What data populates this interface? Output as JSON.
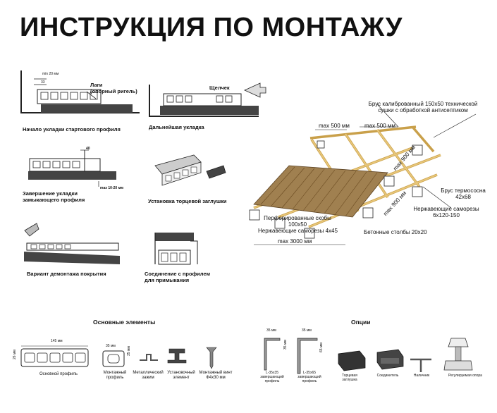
{
  "title": "ИНСТРУКЦИЯ ПО МОНТАЖУ",
  "steps": [
    {
      "caption": "Начало укладки стартового профиля",
      "dim_top": "min 20 мм",
      "dim_small": "33",
      "label": "Лаги\n(опорный ригель)"
    },
    {
      "caption": "Дальнейшая укладка",
      "label": "Щелчек"
    },
    {
      "caption": "Завершение укладки\nзамыкающего профиля",
      "dim_top": "40",
      "dim_bottom": "max 10-20 мм"
    },
    {
      "caption": "Установка торцевой заглушки"
    },
    {
      "caption": "Вариант демонтажа покрытия"
    },
    {
      "caption": "Соединение с профилем\nдля примыкания"
    }
  ],
  "diagram": {
    "beam_label": "Брус калиброванный 150х50 технической\nсушки с обработкой антисептиком",
    "max500_a": "max 500 мм",
    "max500_b": "max 500 мм",
    "max900_a": "max 900 мм",
    "max900_b": "max 900 мм",
    "thermo": "Брус термососна\n42х68",
    "screws1": "Нержавеющие саморезы\n6х120-150",
    "brackets": "Перфорированные скобы\n100х50",
    "screws2": "Нержавеющие саморезы 4х45",
    "pillars": "Бетонные столбы 20х20",
    "max3000": "max 3000 мм"
  },
  "basic": {
    "title": "Основные элементы",
    "dim_width": "145 мм",
    "dim_height": "26 мм",
    "dim_35a": "35 мм",
    "dim_35b": "35 мм",
    "items": [
      "Основной профиль",
      "Монтажный\nпрофиль",
      "Металлический\nзажим",
      "Установочный\nэлемент",
      "Монтажный винт\nФ4х30 мм"
    ]
  },
  "options": {
    "title": "Опции",
    "dim_a": "35 мм",
    "dim_a_side": "35 мм",
    "dim_b": "35 мм",
    "dim_b_side": "65 мм",
    "items": [
      "L-35х35\nзавершающий\nпрофиль",
      "L-35х65\nзавершающий\nпрофиль",
      "Торцевая\nзаглушка",
      "Соединитель",
      "Наличник",
      "Регулируемая опора"
    ]
  },
  "colors": {
    "wood": "#e8c77a",
    "wood_dark": "#c9a04a",
    "gray": "#555555",
    "black": "#111111"
  }
}
